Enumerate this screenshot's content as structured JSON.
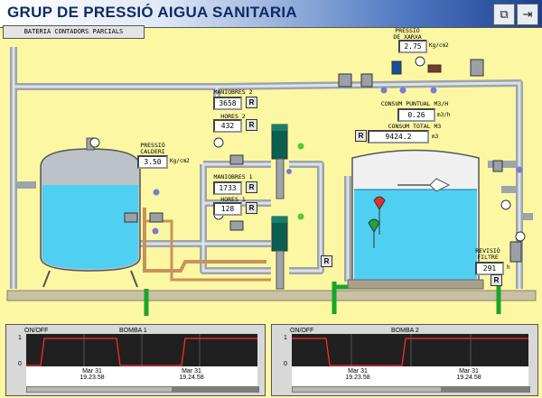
{
  "title": "GRUP DE PRESSIÓ AIGUA SANITARIA",
  "header_buttons": {
    "left_icon": "display-icon",
    "right_icon": "exit-icon"
  },
  "counters_button": "BATERIA CONTADORS PARCIALS",
  "pressure_network": {
    "label": "PRESSIÓ\nDE XARXA",
    "value": "2.75",
    "unit": "Kg/cm2"
  },
  "pressure_boiler": {
    "label": "PRESSIÓ\nCALDERI",
    "value": "3.50",
    "unit": "Kg/cm2"
  },
  "maneuvers2": {
    "label": "MANIOBRES 2",
    "value": "3658",
    "reset": "R"
  },
  "hours2": {
    "label": "HORES 2",
    "value": "432",
    "reset": "R"
  },
  "maneuvers1": {
    "label": "MANIOBRES 1",
    "value": "1733",
    "reset": "R"
  },
  "hours1": {
    "label": "HORES 1",
    "value": "128",
    "reset": "R"
  },
  "flow": {
    "label": "CONSUM PUNTUAL M3/H",
    "value": "0.26",
    "unit": "m3/h"
  },
  "total": {
    "label": "CONSUM TOTAL M3",
    "value": "9424.2",
    "unit": "m3",
    "reset": "R"
  },
  "filter": {
    "label": "REVISIÓ\nFILTRE",
    "value": "291",
    "unit": "h",
    "reset": "R"
  },
  "tank_reset": "R",
  "trend1": {
    "title": "BOMBA 1",
    "label": "ON/OFF",
    "y_max": "1",
    "y_min": "0",
    "x_ticks": [
      [
        "Mar 31",
        "19.23.58"
      ],
      [
        "Mar 31",
        "19.24.58"
      ]
    ]
  },
  "trend2": {
    "title": "BOMBA 2",
    "label": "ON/OFF",
    "y_max": "1",
    "y_min": "0",
    "x_ticks": [
      [
        "Mar 31",
        "19.23.58"
      ],
      [
        "Mar 31",
        "19.24.58"
      ]
    ]
  },
  "colors": {
    "pipe": "#c7ccd3",
    "water": "#4fd0f2",
    "pump": "#0a5f4e",
    "recirc": "#c8935a",
    "green_pipe": "#1aa52a",
    "chart_bg": "#202020",
    "trace": "#ff2a2a"
  }
}
